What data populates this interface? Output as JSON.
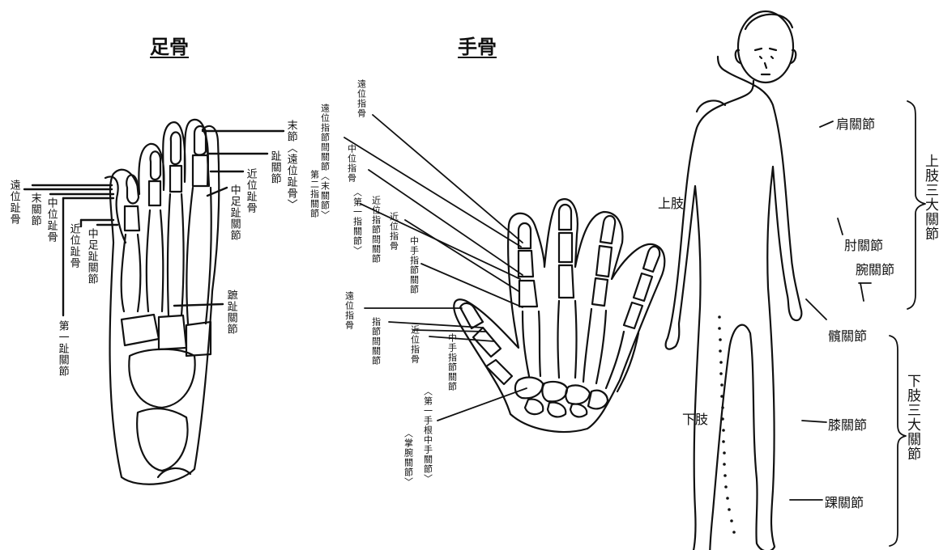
{
  "foot": {
    "title": "足骨",
    "labels": {
      "distal_phalanx_node": "末節〈遠位趾骨〉",
      "toe_joint": "趾關節",
      "proximal_phalanx": "近位趾骨",
      "metatarsal_joint": "中足趾關節",
      "tarsometatarsal": "蹠趾關節",
      "distal_toe_bone": "遠位趾骨",
      "end_joint": "末關節",
      "middle_toe_bone": "中位趾骨",
      "proximal_toe_bone_2": "近位趾骨",
      "metatarsal_joint_2": "中足趾關節",
      "first_toe_joint": "第一趾關節"
    }
  },
  "hand": {
    "title": "手骨",
    "labels": {
      "distal_finger_bone": "遠位指骨",
      "dip_joint": "遠位指節間關節〈末關節〉",
      "dip_joint_sub": "第二指關節",
      "middle_finger_bone": "中位指骨",
      "pip_joint_sub": "〈第一指關節〉",
      "pip_joint": "近位指節間關節",
      "proximal_finger_bone": "近位指骨",
      "mcp_joint": "中手指節關節",
      "thumb_distal": "遠位指骨",
      "thumb_ip": "指節間關節",
      "thumb_proximal": "近位指骨",
      "thumb_mcp": "中手指節關節",
      "thumb_cmc": "〈第一手根中手關節〉",
      "wrist": "〈掌腕關節〉"
    }
  },
  "body": {
    "labels": {
      "shoulder": "肩關節",
      "elbow": "肘關節",
      "wrist": "腕關節",
      "hip": "髖關節",
      "knee": "膝關節",
      "ankle": "踝關節",
      "upper_limb": "上肢",
      "lower_limb": "下肢",
      "upper_group": "上肢三大關節",
      "lower_group": "下肢三大關節"
    }
  }
}
